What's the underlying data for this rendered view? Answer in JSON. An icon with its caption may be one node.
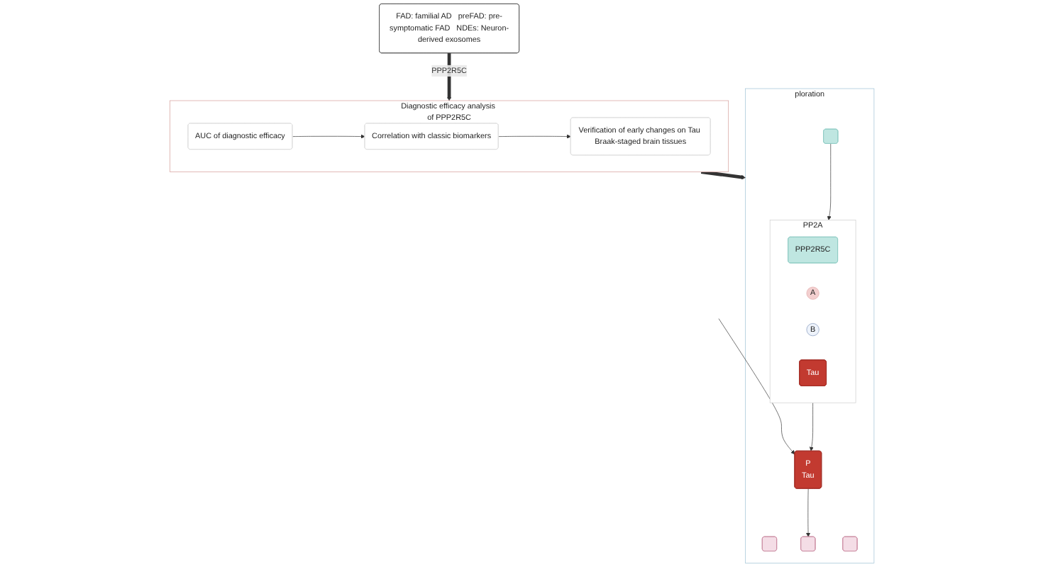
{
  "diagram": {
    "nodes": [
      {
        "text": [
          "FAD: familial AD   preFAD: pre-symptomatic FAD   NDEs: Neuron-derived exosomes"
        ]
      },
      {
        "text": [
          "Diagnostic efficacy analysis of PPP2R5C"
        ]
      },
      {
        "text": [
          "AUC of diagnostic efficacy"
        ],
        "in": 1
      },
      {
        "text": [
          "Correlation with classic biomarkers"
        ],
        "in": 1
      },
      {
        "text": [
          "Verification of early changes on Tau Braak-staged brain tissues"
        ],
        "in": 1
      },
      {
        "text": [
          "ploration"
        ]
      },
      {
        "text": [],
        "shape": "box",
        "in": 5
      },
      {
        "text": [],
        "shape": "box",
        "in": 5
      },
      {
        "text": [
          "PP2A"
        ],
        "in": 5
      },
      {
        "text": [
          "PPP2R5C"
        ],
        "in": 8
      },
      {
        "text": [
          "A"
        ],
        "in": 8
      },
      {
        "text": [
          "B"
        ],
        "in": 8
      },
      {
        "text": [
          "Tau"
        ],
        "in": 8
      },
      {
        "text": [
          "P",
          "Tau"
        ],
        "in": 5
      },
      {
        "text": [],
        "shape": "box",
        "in": 5
      },
      {
        "text": [],
        "shape": "box",
        "in": 5
      }
    ],
    "edges": [
      {
        "from": 0,
        "to": 1,
        "arrow": "to",
        "label": "PPP2R5C",
        "style": "thick"
      },
      {
        "from": 2,
        "to": 3,
        "arrow": "to"
      },
      {
        "from": 3,
        "to": 4,
        "arrow": "to"
      },
      {
        "from": 1,
        "to": 5,
        "arrow": "to",
        "style": "thick"
      },
      {
        "from": 7,
        "to": 8,
        "arrow": "to"
      },
      {
        "from": 8,
        "to": 13,
        "arrow": "to"
      },
      {
        "from": 13,
        "to": 14,
        "arrow": "to"
      },
      {
        "from": null,
        "to": 13,
        "arrow": "to"
      }
    ]
  }
}
